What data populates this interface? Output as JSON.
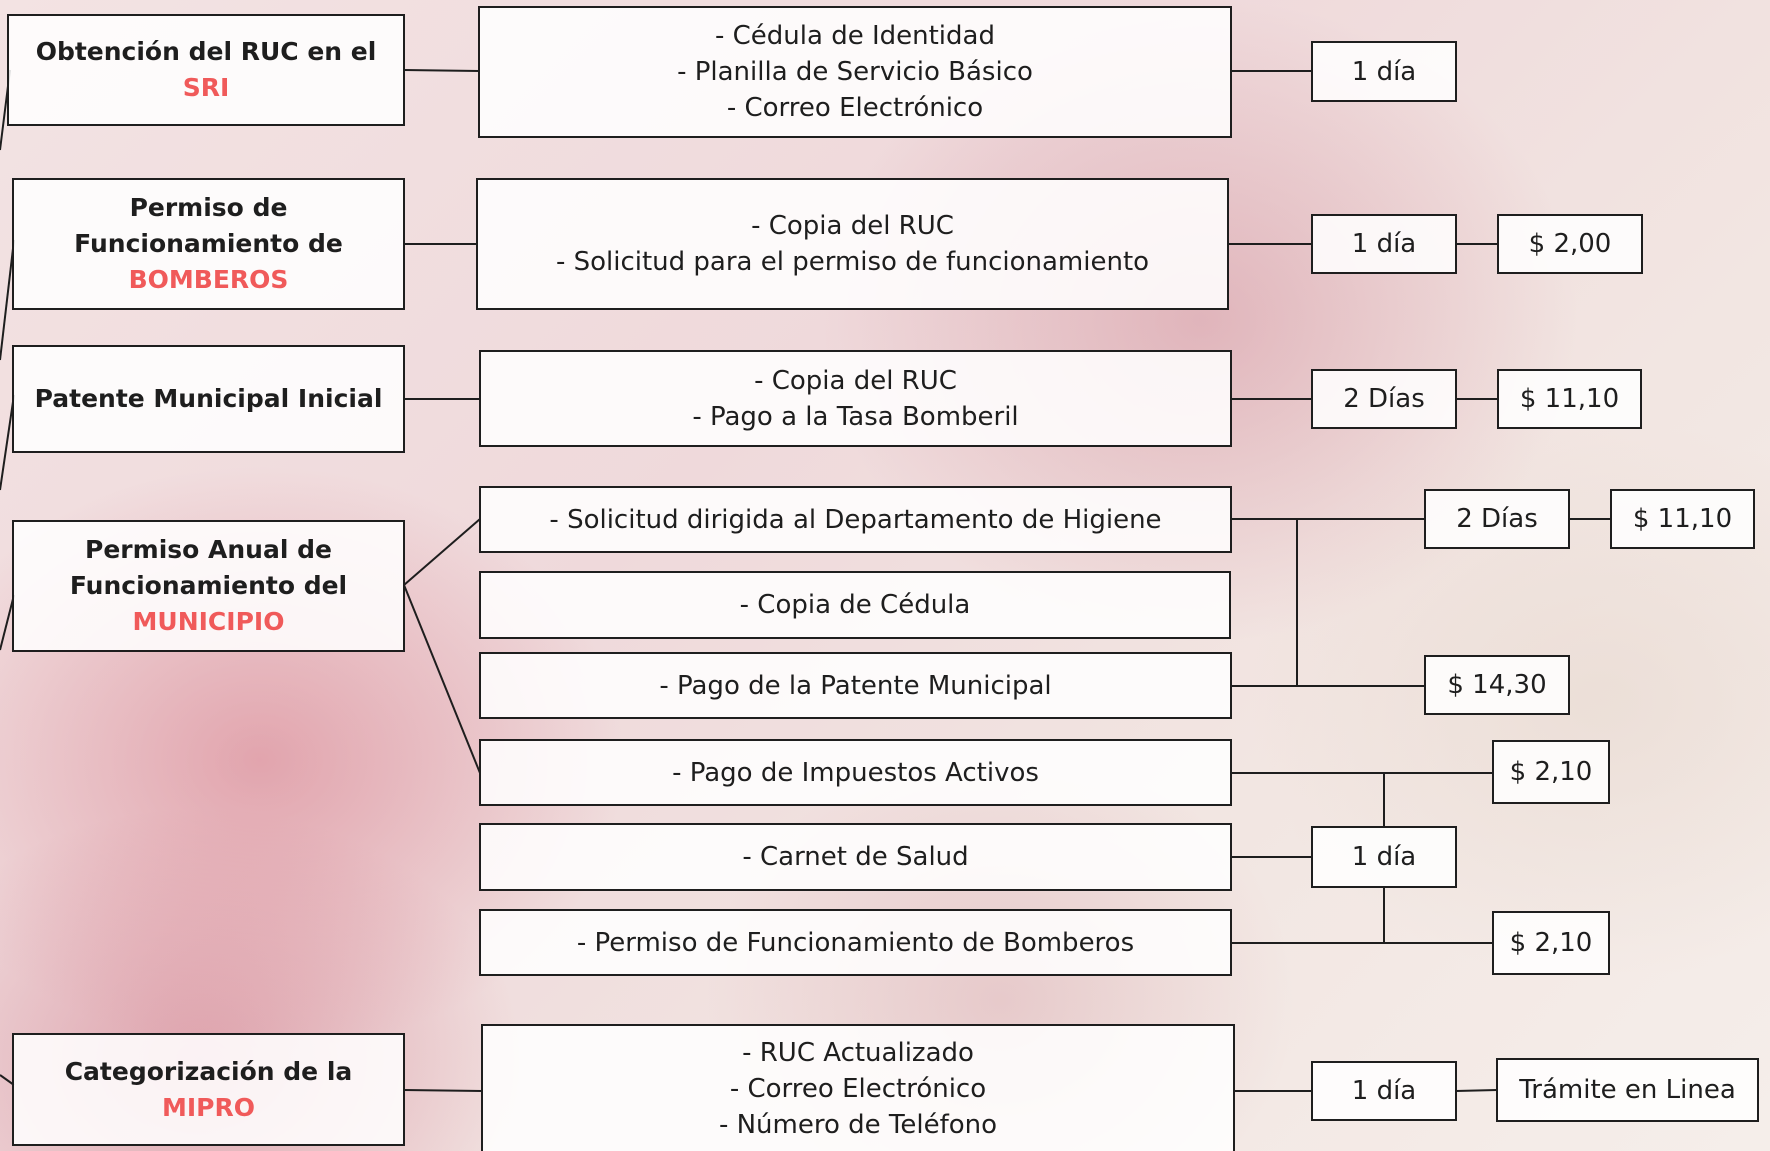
{
  "colors": {
    "highlight": "#f05a5a",
    "border": "#1e1e1e",
    "text": "#1e1e1e"
  },
  "categories": [
    {
      "line1": "Obtención del RUC en el",
      "line2": "",
      "highlight": "SRI"
    },
    {
      "line1": "Permiso  de",
      "line2": "Funcionamiento de",
      "highlight": "BOMBEROS"
    },
    {
      "line1": "Patente  Municipal Inicial",
      "line2": "",
      "highlight": ""
    },
    {
      "line1": "Permiso Anual de",
      "line2": "Funcionamiento del",
      "highlight": "MUNICIPIO"
    },
    {
      "line1": "Categorización de la",
      "line2": "",
      "highlight": "MIPRO"
    }
  ],
  "requirements": {
    "sri": [
      "- Cédula de Identidad",
      "- Planilla de Servicio Básico",
      "- Correo Electrónico"
    ],
    "bomberos": [
      "- Copia del RUC",
      "- Solicitud para el permiso de funcionamiento"
    ],
    "patente": [
      "- Copia del RUC",
      "- Pago a la Tasa Bomberil"
    ],
    "municipio": [
      "- Solicitud dirigida al Departamento de Higiene",
      "- Copia de Cédula",
      "- Pago de la Patente Municipal",
      "- Pago de Impuestos Activos",
      "- Carnet de Salud",
      "- Permiso de Funcionamiento de Bomberos"
    ],
    "mipro": [
      "- RUC Actualizado",
      "- Correo Electrónico",
      "- Número de Teléfono"
    ]
  },
  "times": {
    "sri": "1 día",
    "bomberos": "1 día",
    "patente": "2 Días",
    "municipio_higiene": "2 Días",
    "municipio_salud": "1 día",
    "mipro": "1 día"
  },
  "costs": {
    "bomberos": "$ 2,00",
    "patente": "$ 11,10",
    "municipio_higiene": "$ 11,10",
    "municipio_patente": "$ 14,30",
    "municipio_impuestos": "$ 2,10",
    "municipio_bomberos": "$ 2,10",
    "mipro": "Trámite en Linea"
  }
}
